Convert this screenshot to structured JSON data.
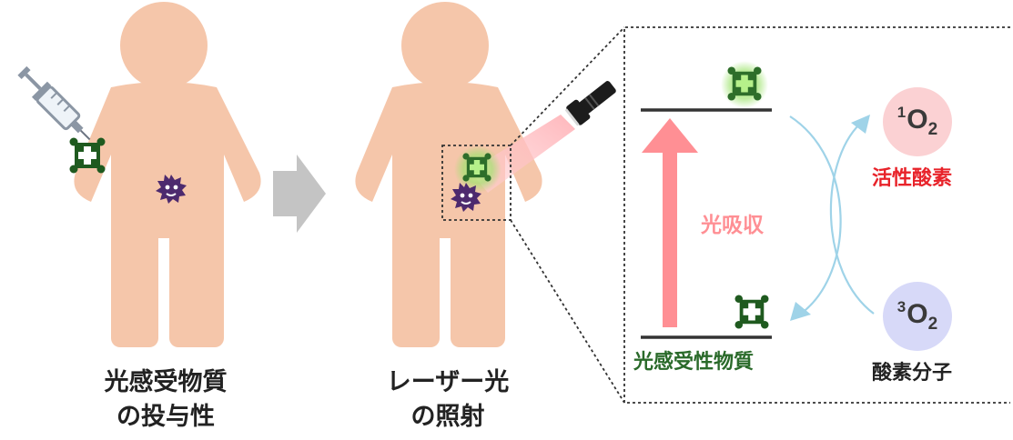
{
  "panel_left": {
    "caption_line1": "光感受物質",
    "caption_line2": "の投与性"
  },
  "panel_middle": {
    "caption_line1": "レーザー光",
    "caption_line2": "の照射"
  },
  "energy_diagram": {
    "absorption_label": "光吸収",
    "photosensitizer_label": "光感受性物質",
    "singlet_oxygen": {
      "superscript": "1",
      "symbol": "O",
      "subscript": "2",
      "label": "活性酸素"
    },
    "triplet_oxygen": {
      "superscript": "3",
      "symbol": "O",
      "subscript": "2",
      "label": "酸素分子"
    }
  },
  "colors": {
    "body": "#f5c6aa",
    "photosensitizer": "#1f5a1f",
    "glow": "#9be36a",
    "virus": "#4d2a6e",
    "arrow": "#ff8f94",
    "curve_arrow": "#9fd3e8",
    "active_oxygen_text": "#e8232a",
    "photosensitizer_text": "#2a6a2a",
    "singlet_circle": "#fbd1d3",
    "triplet_circle": "#d7d9f8",
    "process_arrow": "#c4c4c4"
  }
}
